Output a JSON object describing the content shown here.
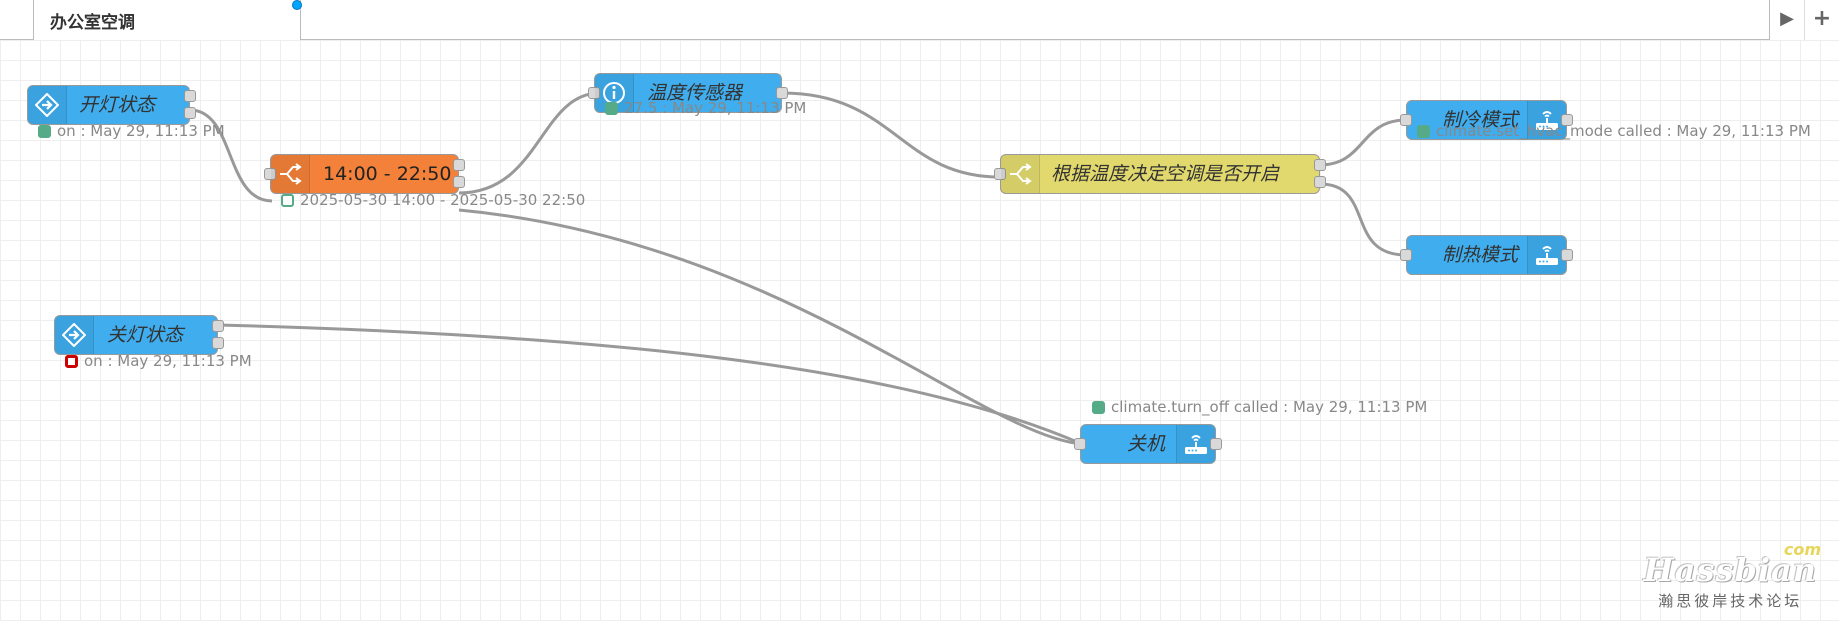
{
  "tab": {
    "title": "办公室空调"
  },
  "colors": {
    "input_node": "#3FADEE",
    "time_node": "#F3813A",
    "switch_node": "#E2D96E",
    "service_node": "#3FADEE",
    "wire": "#999999",
    "status_ok": "#55AA88",
    "status_bad": "#CC0000"
  },
  "nodes": {
    "light_on": {
      "label": "开灯状态",
      "icon": "arrow-right-icon",
      "status": "on : May 29, 11:13 PM"
    },
    "light_off": {
      "label": "关灯状态",
      "icon": "arrow-right-icon",
      "status": "on : May 29, 11:13 PM"
    },
    "time_range": {
      "label": "14:00 - 22:50",
      "icon": "split-icon",
      "status": "2025-05-30 14:00 - 2025-05-30 22:50"
    },
    "temp_sensor": {
      "label": "温度传感器",
      "icon": "info-icon",
      "status": "27.5 : May 29, 11:13 PM"
    },
    "decide": {
      "label": "根据温度决定空调是否开启",
      "icon": "split-icon"
    },
    "cool_mode": {
      "label": "制冷模式",
      "icon": "router-icon",
      "status": "climate.set_hvac_mode called : May 29, 11:13 PM"
    },
    "heat_mode": {
      "label": "制热模式",
      "icon": "router-icon"
    },
    "power_off": {
      "label": "关机",
      "icon": "router-icon",
      "status": "climate.turn_off called : May 29, 11:13 PM"
    }
  },
  "watermark": {
    "logo": "Hassbian",
    "suffix": "com",
    "subtitle": "瀚思彼岸技术论坛"
  }
}
